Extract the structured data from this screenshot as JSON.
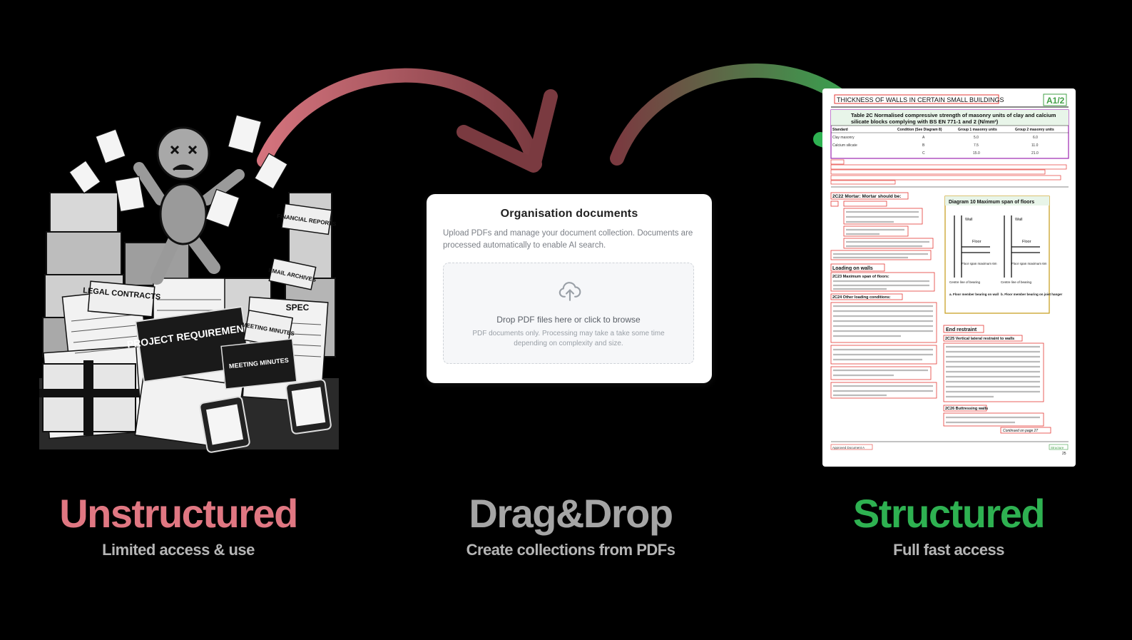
{
  "colors": {
    "unstructured": "#e07782",
    "dragdrop": "#a5a5a5",
    "structured": "#2eb151",
    "arrow_left": "#d4737d",
    "arrow_mid": "#7a3a40",
    "arrow_right": "#2eb151"
  },
  "illustration": {
    "labels": {
      "legal": "LEGAL CONTRACTS",
      "project": "PROJECT REQUIREMENTS",
      "financial": "FINANCIAL REPORTS",
      "email": "EMAIL ARCHIVES",
      "meeting": "MEETING MINUTES",
      "meeting2": "MEETING MINUTES",
      "spec": "SPEC"
    }
  },
  "upload_card": {
    "title": "Organisation documents",
    "description": "Upload PDFs and manage your document collection. Documents are processed automatically to enable AI search.",
    "drop_label": "Drop PDF files here or click to browse",
    "drop_hint": "PDF documents only. Processing may take a take some time depending on complexity and size.",
    "icon": "cloud-upload-icon"
  },
  "document": {
    "header": "THICKNESS OF WALLS IN CERTAIN SMALL BUILDINGS",
    "badge": "A1/2",
    "table_title": "Table 2C  Normalised compressive strength of masonry units of clay and calcium silicate blocks complying with BS EN 771-1 and 2 (N/mm²)",
    "columns": [
      "Standard",
      "Condition (See Diagram 8)",
      "Group 1 masonry units",
      "Group 2 masonry units"
    ],
    "rows": [
      [
        "Clay masonry",
        "A",
        "5.0",
        "6.0"
      ],
      [
        "Calcium silicate",
        "B",
        "7.5",
        "11.0"
      ],
      [
        "",
        "C",
        "15.0",
        "21.0"
      ]
    ],
    "sections": [
      "2C22 Mortar: Mortar should be:",
      "Loading on walls",
      "2C23 Maximum span of floors:",
      "2C24 Other loading conditions:",
      "End restraint",
      "2C25 Vertical lateral restraint to walls",
      "2C26 Buttressing walls"
    ],
    "diagram_title": "Diagram 10  Maximum span of floors",
    "diagram_labels": [
      "Wall",
      "Wall",
      "Floor",
      "Floor",
      "Floor span maximum 6m",
      "Floor span maximum 6m",
      "Centre line of bearing",
      "Centre line of bearing",
      "a. Floor member bearing on wall",
      "b. Floor member bearing on joist hanger"
    ],
    "footer_left": "Approved Document A",
    "footer_right": "Structure",
    "page_number": "25",
    "continued": "Continued on page 27"
  },
  "captions": [
    {
      "title": "Unstructured",
      "subtitle": "Limited access & use"
    },
    {
      "title": "Drag&Drop",
      "subtitle": "Create collections from PDFs"
    },
    {
      "title": "Structured",
      "subtitle": "Full fast access"
    }
  ]
}
